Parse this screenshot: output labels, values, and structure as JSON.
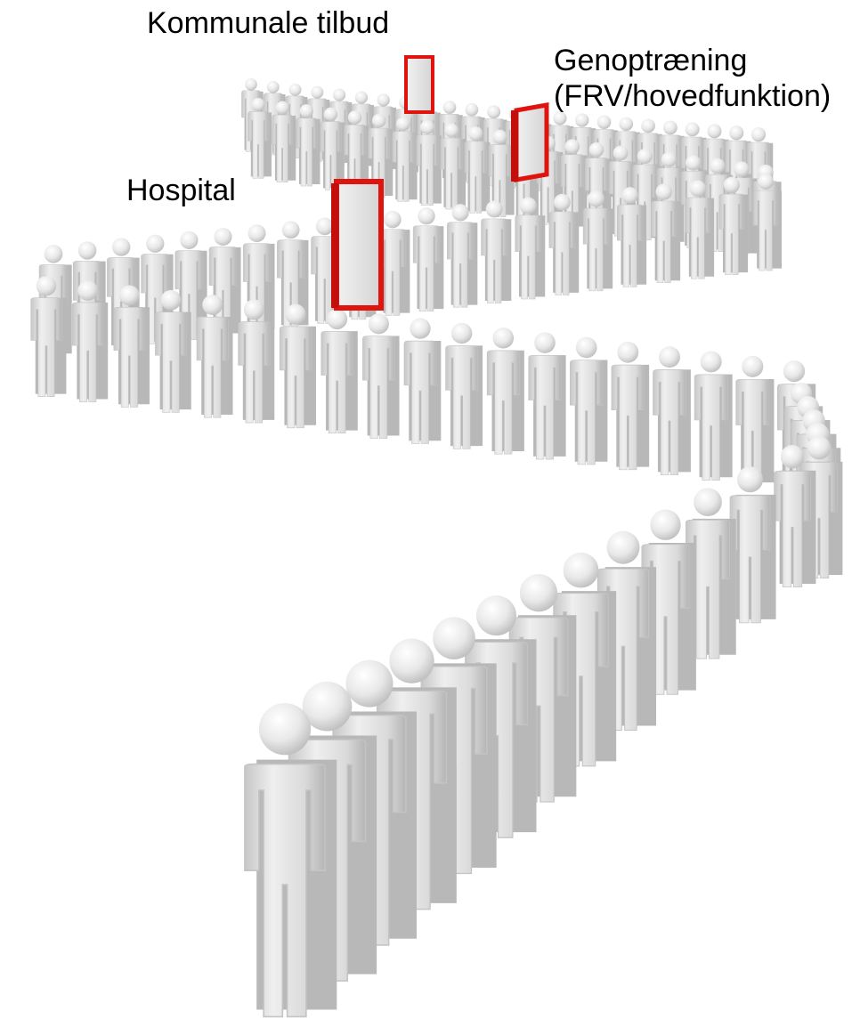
{
  "labels": {
    "kommunale": "Kommunale tilbud",
    "genoptraening_line1": "Genoptræning",
    "genoptraening_line2": "(FRV/hovedfunktion)",
    "hospital": "Hospital"
  },
  "colors": {
    "background": "#ffffff",
    "figure_body": "#dcdcdc",
    "figure_shadow": "#b8b8b8",
    "figure_highlight": "#f4f4f4",
    "door_frame": "#e0140f",
    "door_panel": "#e6e6e6"
  }
}
